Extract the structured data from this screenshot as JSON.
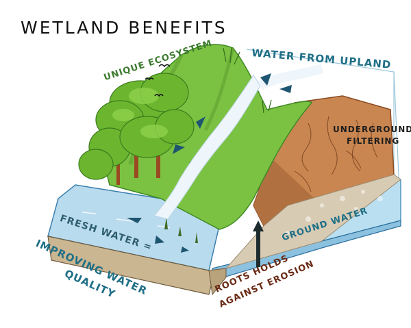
{
  "title": "WETLAND BENEFITS",
  "labels": {
    "unique_ecosystem": "UNIQUE ECOSYSTEM",
    "water_from_upland": "WATER FROM UPLAND",
    "underground_filtering_line1": "UNDERGROUND",
    "underground_filtering_line2": "FILTERING",
    "ground_water": "GROUND WATER",
    "fresh_water": "FRESH WATER =",
    "improving_water": "IMPROVING WATER",
    "quality": "QUALITY",
    "roots_holds": "ROOTS HOLDS",
    "against_erosion": "AGAINST EROSION"
  },
  "colors": {
    "grass": "#7cc242",
    "grass_dark": "#3f8a26",
    "stream": "#eaf4fa",
    "soil": "#c47a45",
    "soil_dark": "#8a4b24",
    "water": "#a9d3ec",
    "water_edge": "#3a7fae",
    "sediment": "#c7b18f",
    "label_green": "#3c7a2e",
    "label_teal": "#1f6f86",
    "label_brown": "#6a2a14",
    "arrow": "#1e5570"
  },
  "icons": [
    "flow-arrow-icon",
    "bird-icon",
    "upward-arrow-icon"
  ]
}
